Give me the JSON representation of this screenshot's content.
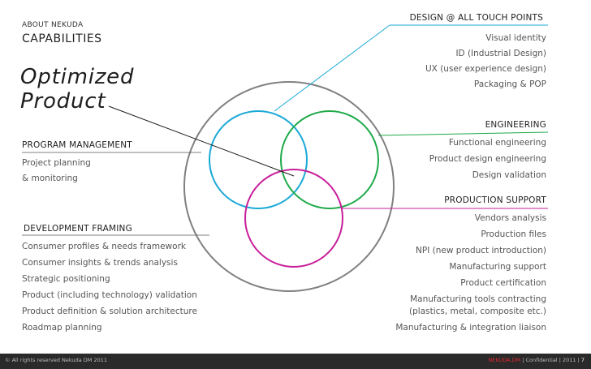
{
  "header": {
    "eyebrow": "ABOUT NEKUDA",
    "title": "CAPABILITIES",
    "hero_line1": "Optimized",
    "hero_line2": "Product"
  },
  "left_sections": {
    "program": {
      "title": "PROGRAM MANAGEMENT",
      "items": [
        "Project planning",
        "& monitoring"
      ]
    },
    "development": {
      "title": "DEVELOPMENT FRAMING",
      "items": [
        "Consumer profiles & needs framework",
        "Consumer insights & trends analysis",
        "Strategic positioning",
        "Product (including technology) validation",
        "Product definition & solution architecture",
        "Roadmap planning"
      ]
    }
  },
  "right_sections": {
    "design": {
      "title": "DESIGN @ ALL TOUCH POINTS",
      "items": [
        "Visual identity",
        "ID (Industrial Design)",
        "UX (user experience design)",
        "Packaging & POP"
      ]
    },
    "engineering": {
      "title": "ENGINEERING",
      "items": [
        "Functional engineering",
        "Product design engineering",
        "Design validation"
      ]
    },
    "production": {
      "title": "PRODUCTION SUPPORT",
      "items": [
        "Vendors analysis",
        "Production files",
        "NPI (new product introduction)",
        "Manufacturing support",
        "Product certification",
        "Manufacturing tools contracting",
        "(plastics, metal, composite etc.)",
        "Manufacturing & integration liaison"
      ]
    }
  },
  "footer": {
    "left": "© All rights reserved Nekuda DM 2011",
    "brand": "NEKUDA.DM",
    "confidential": "Confidential",
    "year": "2011",
    "page": "7"
  },
  "colors": {
    "design": "#1aa9d6",
    "engineering": "#1faa4a",
    "production": "#c81f9a",
    "outer": "#808080",
    "brand": "#e0262e"
  }
}
